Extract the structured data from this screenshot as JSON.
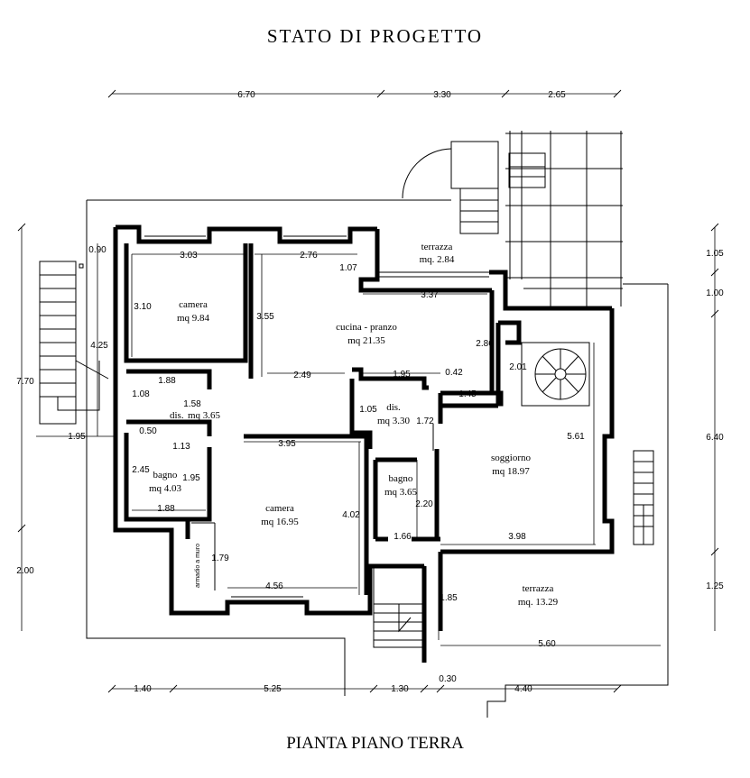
{
  "titles": {
    "top": "STATO DI PROGETTO",
    "bottom": "PIANTA PIANO TERRA"
  },
  "rooms": [
    {
      "id": "camera1",
      "name": "camera",
      "area": "mq 9.84"
    },
    {
      "id": "cucina",
      "name": "cucina - pranzo",
      "area": "mq 21.35"
    },
    {
      "id": "terrazza1",
      "name": "terrazza",
      "area": "mq. 2.84"
    },
    {
      "id": "dis1",
      "name": "dis.",
      "area": "mq 3.65"
    },
    {
      "id": "dis2",
      "name": "dis.",
      "area": "mq 3.30"
    },
    {
      "id": "bagno1",
      "name": "bagno",
      "area": "mq 4.03"
    },
    {
      "id": "camera2",
      "name": "camera",
      "area": "mq 16.95"
    },
    {
      "id": "bagno2",
      "name": "bagno",
      "area": "mq 3.65"
    },
    {
      "id": "soggiorno",
      "name": "soggiorno",
      "area": "mq 18.97"
    },
    {
      "id": "terrazza2",
      "name": "terrazza",
      "area": "mq. 13.29"
    }
  ],
  "dimensions": {
    "top": [
      "6.70",
      "3.30",
      "2.65"
    ],
    "bottom": [
      "1.40",
      "5.25",
      "1.30",
      "0.30",
      "4.40"
    ],
    "left": [
      "7.70",
      "2.00"
    ],
    "left_inner": [
      "0.90",
      "4.25",
      "1.95"
    ],
    "right": [
      "1.05",
      "1.00",
      "6.40",
      "1.25"
    ],
    "interior": [
      "3.03",
      "2.76",
      "1.07",
      "3.10",
      "3.55",
      "3.37",
      "2.86",
      "2.01",
      "1.88",
      "2.49",
      "1.95",
      "0.42",
      "1.45",
      "1.08",
      "1.58",
      "1.05",
      "1.72",
      "5.61",
      "0.50",
      "1.13",
      "3.95",
      "2.45",
      "1.95",
      "2.20",
      "1.88",
      "4.02",
      "1.66",
      "3.98",
      "1.79",
      "4.56",
      "1.85",
      "5.60"
    ]
  },
  "annotations": {
    "wardrobe": "armadio a muro"
  }
}
